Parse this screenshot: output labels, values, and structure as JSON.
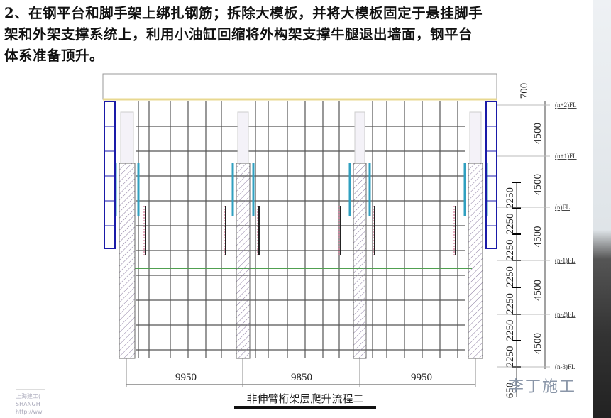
{
  "heading": {
    "lines": [
      "2、在钢平台和脚手架上绑扎钢筋；拆除大模板，并将大模板固定于悬挂脚手",
      "架和外架支撑系统上，利用小油缸回缩将外构架支撑牛腿退出墙面，钢平台",
      "体系准备顶升。"
    ]
  },
  "diagram": {
    "caption": "非伸臂桁架层爬升流程二",
    "span_dimensions": [
      "9950",
      "9850",
      "9950"
    ],
    "top_dimension": "700",
    "storey_dimensions": [
      "4500",
      "4500",
      "4500",
      "4500",
      "4500"
    ],
    "half_storey_dimensions": [
      "2250",
      "2250",
      "2250",
      "2250",
      "2250",
      "2250",
      "2250"
    ],
    "bottom_dimension": "650",
    "floor_levels": [
      "(n+2)FL",
      "(n+1)FL",
      "(n)FL",
      "(n-1)FL",
      "(n-2)FL",
      "(n-3)FL"
    ],
    "colors": {
      "frame": "#1a1aa8",
      "wall_hatch": "#8a7aa0",
      "grid": "#555555",
      "platform": "#e8d890",
      "jack": "#c03060",
      "formwork": "#30a0c0",
      "green_beam": "#50a050"
    }
  },
  "watermarks": {
    "left": [
      "上海建工(",
      "SHANGH",
      "http://ww"
    ],
    "right": "李丁施工"
  }
}
